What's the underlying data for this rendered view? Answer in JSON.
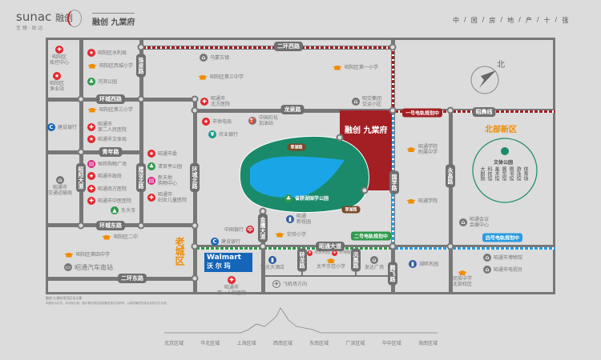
{
  "header": {
    "brand": "sunac",
    "brand_cn": "融创",
    "slogan": "至 臻 · 致 远",
    "project_logo": "融创 九棠府",
    "ranking": [
      "中",
      "国",
      "房",
      "地",
      "产",
      "十",
      "强"
    ]
  },
  "map": {
    "compass_label": "北",
    "project_name": "融创 九棠府",
    "district_old": "老城区",
    "district_north": "北部新区",
    "park_circle": {
      "title": "文体公园",
      "venues": [
        "大剧院",
        "科技馆",
        "美术馆",
        "展览馆",
        "图书馆",
        "游泳馆",
        "体育场"
      ]
    },
    "roads": [
      "二环西路",
      "珠泉路",
      "环城西路",
      "龙泉路",
      "青年路",
      "昭阳大道",
      "建设北路",
      "环城北路",
      "环城东路",
      "二环东路",
      "国学路",
      "永昌路",
      "昭彝线",
      "昭通大道",
      "腾飞路",
      "金鹰大道",
      "翠湖路",
      "翠湖路",
      "转龙路",
      "凤凰路"
    ],
    "rail_tags": [
      {
        "label": "一号电轨规划中",
        "color": "#a31f24"
      },
      {
        "label": "二号电轨规划中",
        "color": "#2e9a4a"
      },
      {
        "label": "四号电轨规划中",
        "color": "#2a9be0"
      }
    ],
    "walmart": {
      "en": "Walmart",
      "cn": "沃 尔 玛"
    },
    "pois": [
      {
        "name": "昭阳区\n疾控中心",
        "type": "hospital"
      },
      {
        "name": "昭阳区\n渔业站",
        "type": "star"
      },
      {
        "name": "昭阳区水利局",
        "type": "star"
      },
      {
        "name": "昭阳区西城小学",
        "type": "school"
      },
      {
        "name": "河滨公园",
        "type": "park"
      },
      {
        "name": "乌蒙古镇",
        "type": "landmark"
      },
      {
        "name": "昭阳区第三中学",
        "type": "school"
      },
      {
        "name": "昭通市\n北方医院",
        "type": "hospital"
      },
      {
        "name": "市供电局",
        "type": "star"
      },
      {
        "name": "农业银行",
        "type": "bank"
      },
      {
        "name": "建设银行",
        "type": "ccb"
      },
      {
        "name": "昭阳区第三小学",
        "type": "school"
      },
      {
        "name": "昭通市\n第二人民医院",
        "type": "hospital"
      },
      {
        "name": "昭通市文体局",
        "type": "star"
      },
      {
        "name": "恒邦购物广场",
        "type": "shop"
      },
      {
        "name": "昭通市政府",
        "type": "star"
      },
      {
        "name": "昭通南方医院",
        "type": "hospital"
      },
      {
        "name": "昭通市中医医院",
        "type": "hospital"
      },
      {
        "name": "东大寺",
        "type": "pagoda"
      },
      {
        "name": "昭通市\n交通运输局",
        "type": "landmark"
      },
      {
        "name": "昭通市委",
        "type": "star"
      },
      {
        "name": "清官亭公园",
        "type": "park"
      },
      {
        "name": "新天地\n购物中心",
        "type": "shop"
      },
      {
        "name": "昭通市\n妇女儿童医院",
        "type": "hospital"
      },
      {
        "name": "昭阳区二中",
        "type": "school"
      },
      {
        "name": "昭阳区第四中学",
        "type": "school"
      },
      {
        "name": "昭通汽车南站",
        "type": "bus"
      },
      {
        "name": "中国银行",
        "type": "boc"
      },
      {
        "name": "建设银行",
        "type": "ccb"
      },
      {
        "name": "昭通市\n第一人民医院",
        "type": "hospital"
      },
      {
        "name": "昭阳区第一小学",
        "type": "school"
      },
      {
        "name": "昭交集团\n交运小区",
        "type": "landmark"
      },
      {
        "name": "中国石化\n加油站",
        "type": "gas"
      },
      {
        "name": "省耕湖国学公园",
        "type": "park"
      },
      {
        "name": "昭通\n新桂园",
        "type": "building"
      },
      {
        "name": "实验小学",
        "type": "school"
      },
      {
        "name": "紫光大酒店",
        "type": "building"
      },
      {
        "name": "市水利局",
        "type": "star"
      },
      {
        "name": "市地税局",
        "type": "star"
      },
      {
        "name": "太平示范小学",
        "type": "school"
      },
      {
        "name": "发达广场",
        "type": "landmark"
      },
      {
        "name": "飞机场方向",
        "type": "plane"
      },
      {
        "name": "昭通学院\n附属中学",
        "type": "school"
      },
      {
        "name": "昭通学院",
        "type": "school"
      },
      {
        "name": "昭通会议\n会展中心",
        "type": "landmark"
      },
      {
        "name": "湖畔名园",
        "type": "building"
      },
      {
        "name": "昭通市博物馆",
        "type": "landmark"
      },
      {
        "name": "昭通市电视台",
        "type": "landmark"
      },
      {
        "name": "民族中学\n北部校区",
        "type": "school"
      }
    ]
  },
  "footer": {
    "caption": "融创·九棠府项目区位示意",
    "disclaimer": "本图仅为示意，非实际比例，图中周边规划及配套信息仅供参考，以政府最终批准及实际交付为准。",
    "regions": [
      "北京区域",
      "华北区域",
      "上海区域",
      "西南区域",
      "东南区域",
      "广深区域",
      "华中区域",
      "海南区域"
    ]
  },
  "colors": {
    "road": "#777777",
    "project": "#a31f24",
    "park": "#1a8a6a",
    "lake": "#1aa6e6",
    "accent": "#f08c00"
  }
}
